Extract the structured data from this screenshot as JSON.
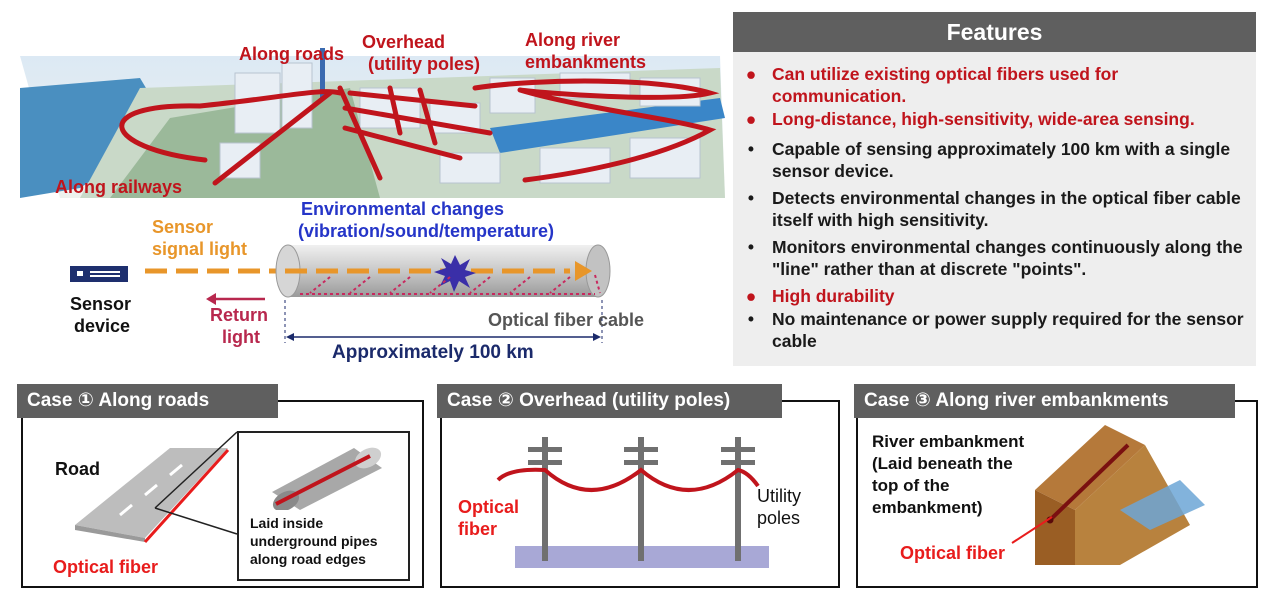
{
  "top_labels": {
    "along_roads": "Along roads",
    "overhead": "Overhead",
    "utility_poles_paren": "(utility poles)",
    "along_river_1": "Along river",
    "along_river_2": "embankments",
    "along_railways": "Along railways"
  },
  "sensor_diagram": {
    "sensor_signal_1": "Sensor",
    "sensor_signal_2": "signal light",
    "env_changes_1": "Environmental changes",
    "env_changes_2": "(vibration/sound/temperature)",
    "sensor_device_1": "Sensor",
    "sensor_device_2": "device",
    "return_1": "Return",
    "return_2": "light",
    "cable": "Optical fiber cable",
    "distance": "Approximately  100 km"
  },
  "features": {
    "title": "Features",
    "items": [
      {
        "bullet": "●",
        "style": "red",
        "text": "Can utilize existing optical fibers used for communication."
      },
      {
        "bullet": "●",
        "style": "red",
        "text": "Long-distance, high-sensitivity, wide-area sensing."
      },
      {
        "bullet": "•",
        "style": "dark",
        "text": "Capable of sensing approximately 100 km with a single sensor device."
      },
      {
        "bullet": "•",
        "style": "dark",
        "text": "Detects environmental changes in the optical fiber cable itself with high sensitivity."
      },
      {
        "bullet": "•",
        "style": "dark",
        "text": "Monitors environmental changes continuously along the \"line\" rather than at discrete \"points\"."
      },
      {
        "bullet": "●",
        "style": "red",
        "text": "High durability"
      },
      {
        "bullet": "•",
        "style": "dark",
        "text": "No maintenance or power supply required for the sensor cable"
      }
    ]
  },
  "cases": [
    {
      "title": "Case ① Along roads",
      "road": "Road",
      "fiber": "Optical fiber",
      "inset_1": "Laid inside",
      "inset_2": "underground pipes",
      "inset_3": "along road edges"
    },
    {
      "title": "Case ② Overhead (utility poles)",
      "fiber_1": "Optical",
      "fiber_2": "fiber",
      "poles_1": "Utility",
      "poles_2": "poles"
    },
    {
      "title": "Case ③ Along river embankments",
      "desc_1": "River embankment",
      "desc_2": "(Laid beneath the",
      "desc_3": "top of the",
      "desc_4": "embankment)",
      "fiber": "Optical fiber"
    }
  ],
  "colors": {
    "red": "#c0141c",
    "orange": "#e8962a",
    "blue": "#2535c8",
    "header_gray": "#5f5f5f",
    "panel_gray": "#eeeeee"
  }
}
